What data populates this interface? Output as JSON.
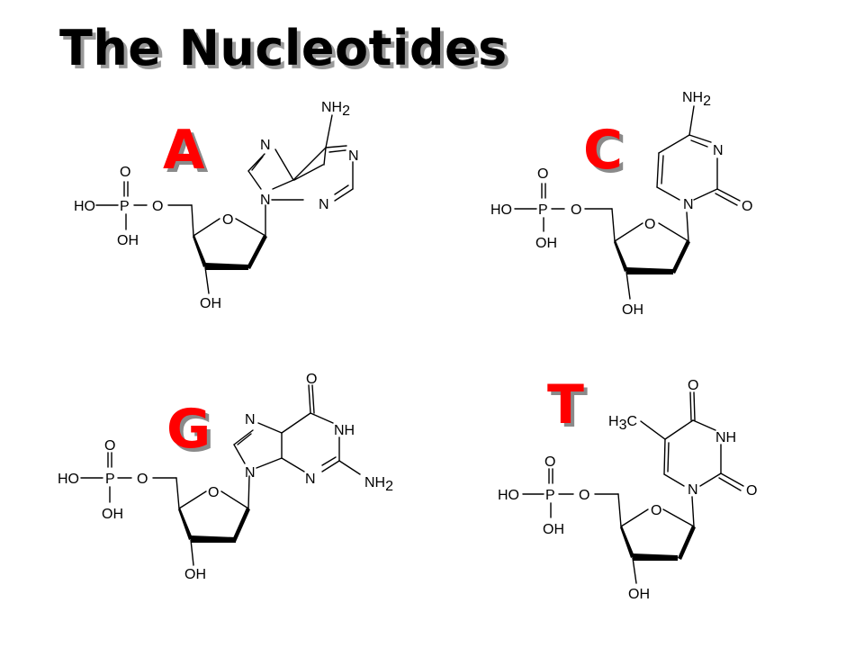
{
  "title": "The Nucleotides",
  "colors": {
    "letter": "#ff0000",
    "shadow": "#8a8a8a",
    "bond": "#000000"
  },
  "nucleotides": [
    {
      "letter": "A",
      "phosphate": {
        "O": "O",
        "HO": "HO",
        "P": "P",
        "Olink": "O",
        "OH": "OH"
      },
      "sugar": {
        "ringO": "O",
        "OH": "OH"
      },
      "base": {
        "n7": "N",
        "n9": "N",
        "n1": "N",
        "n3": "N",
        "nh2_main": "NH",
        "nh2_sub": "2"
      }
    },
    {
      "letter": "C",
      "phosphate": {
        "O": "O",
        "HO": "HO",
        "P": "P",
        "Olink": "O",
        "OH": "OH"
      },
      "sugar": {
        "ringO": "O",
        "OH": "OH"
      },
      "base": {
        "n3": "N",
        "n1": "N",
        "o2": "O",
        "nh2_main": "NH",
        "nh2_sub": "2"
      }
    },
    {
      "letter": "G",
      "phosphate": {
        "O": "O",
        "HO": "HO",
        "P": "P",
        "Olink": "O",
        "OH": "OH"
      },
      "sugar": {
        "ringO": "O",
        "OH": "OH"
      },
      "base": {
        "n7": "N",
        "n9": "N",
        "n3": "N",
        "o6": "O",
        "nh1": "NH",
        "nh2_main": "NH",
        "nh2_sub": "2"
      }
    },
    {
      "letter": "T",
      "phosphate": {
        "O": "O",
        "HO": "HO",
        "P": "P",
        "Olink": "O",
        "OH": "OH"
      },
      "sugar": {
        "ringO": "O",
        "OH": "OH"
      },
      "base": {
        "o4": "O",
        "nh3": "NH",
        "n1": "N",
        "o2": "O",
        "ch3_h": "H",
        "ch3_sub": "3",
        "ch3_c": "C"
      }
    }
  ]
}
